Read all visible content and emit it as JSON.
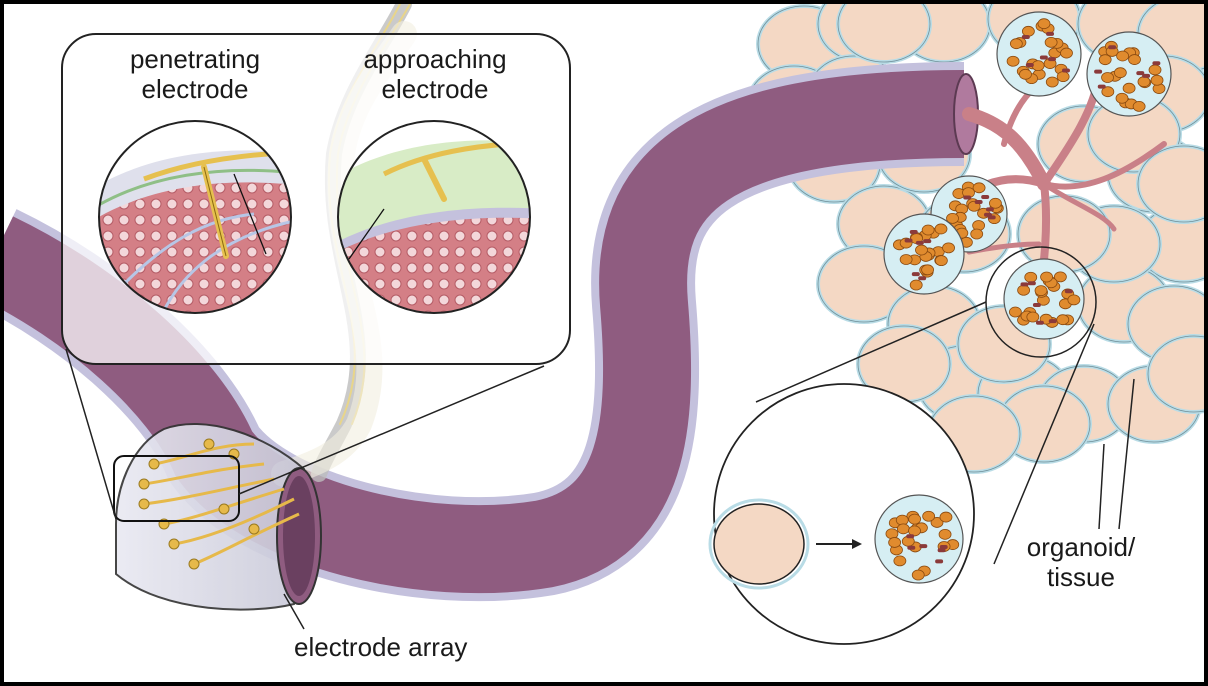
{
  "labels": {
    "penetrating": [
      "penetrating",
      "electrode"
    ],
    "approaching": [
      "approaching",
      "electrode"
    ],
    "organoid": [
      "organoid/",
      "tissue"
    ],
    "array": "electrode array"
  },
  "colors": {
    "nerve": "#8f5c80",
    "nerve_sheath": "#c4c1dd",
    "tissue_cell": "#f4d8c4",
    "cell_membrane": "#b9dce6",
    "organelle": "#e08b2e",
    "neuron": "#c98088",
    "electrode": "#e9c654",
    "approach_gap": "#d8ecc6",
    "muscle": "#d47f86"
  }
}
